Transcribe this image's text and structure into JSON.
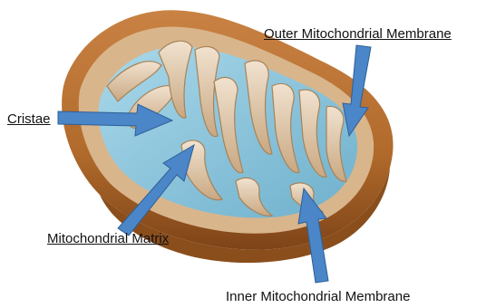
{
  "labels": {
    "outer_membrane": "Outer Mitochondrial Membrane",
    "cristae": "Cristae",
    "matrix": "Mitochondrial Matrix",
    "inner_membrane": "Inner Mitochondrial Membrane"
  },
  "colors": {
    "outer_membrane": "#b9712f",
    "outer_membrane_dark": "#8a4e1c",
    "intermembrane_space": "#d2a77b",
    "inner_membrane": "#ead6bd",
    "matrix": "#8fc7dc",
    "arrow": "#4a86c8",
    "arrow_stroke": "#2f5f96"
  }
}
